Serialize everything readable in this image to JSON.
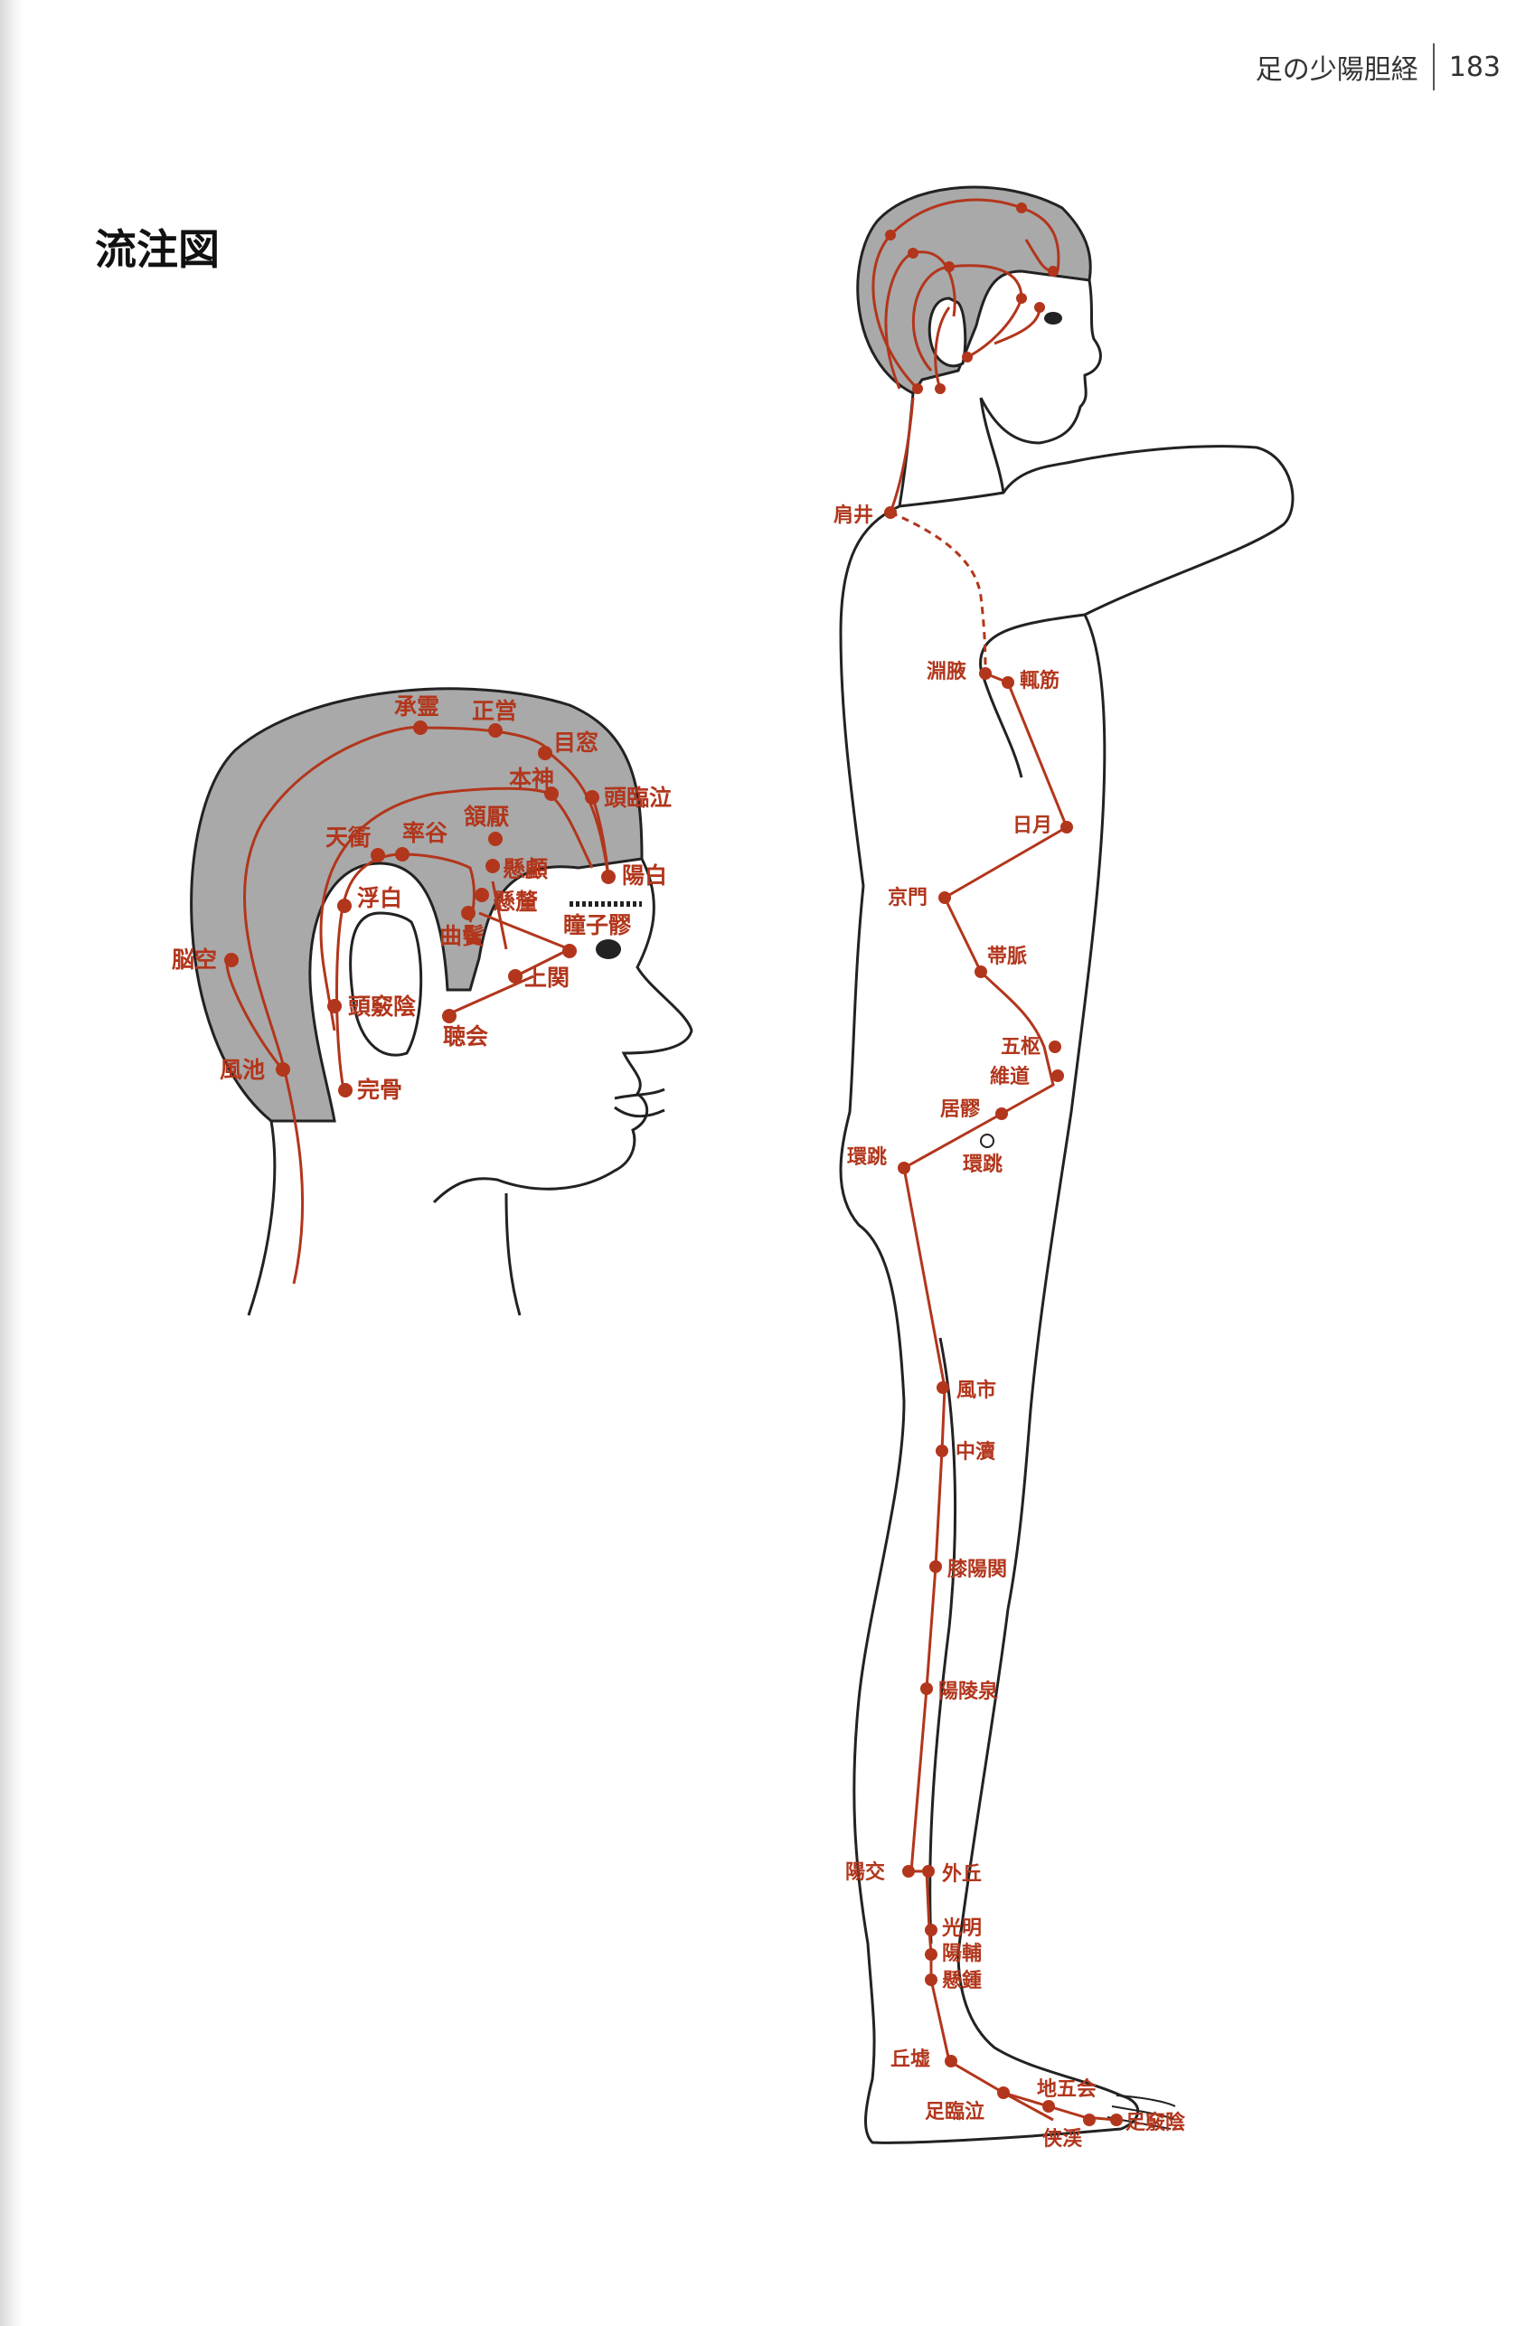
{
  "header": {
    "chapter": "足の少陽胆経",
    "page_number": "183"
  },
  "section_title": "流注図",
  "colors": {
    "meridian": "#b2361c",
    "hair": "#a9a9a9",
    "outline": "#222222"
  },
  "head_points": {
    "shoulei": "承霊",
    "zhengying": "正営",
    "muchuang": "目窓",
    "benshen": "本神",
    "toulinqi": "頭臨泣",
    "tianchong": "天衝",
    "shuaigu": "率谷",
    "hanyan": "頷厭",
    "xuanli": "懸顱",
    "yangbai": "陽白",
    "fubai": "浮白",
    "xuanlu": "懸釐",
    "tongziliao": "瞳子髎",
    "qubin": "曲鬢",
    "naokong": "脳空",
    "shangguan": "上関",
    "touqiaoyin": "頭竅陰",
    "tinghui": "聴会",
    "fengchi": "風池",
    "wangu": "完骨"
  },
  "body_points": {
    "jianjing": "肩井",
    "yuanye": "淵腋",
    "zhejin": "輒筋",
    "riyue": "日月",
    "jingmen": "京門",
    "daimai": "帯脈",
    "wushu": "五枢",
    "weidao": "維道",
    "juliao": "居髎",
    "huantiao_1": "環跳",
    "huantiao_2": "環跳",
    "fengshi": "風市",
    "zhongdu": "中瀆",
    "xiyangguan": "膝陽関",
    "yanglingquan": "陽陵泉",
    "yangjiao": "陽交",
    "waiqiu": "外丘",
    "guangming": "光明",
    "yangfu": "陽輔",
    "xuanzhong": "懸鍾",
    "qiuxu": "丘墟",
    "diwuhui": "地五会",
    "zulinqi": "足臨泣",
    "xiaxi": "侠渓",
    "zuqiaoyin": "足竅陰"
  }
}
